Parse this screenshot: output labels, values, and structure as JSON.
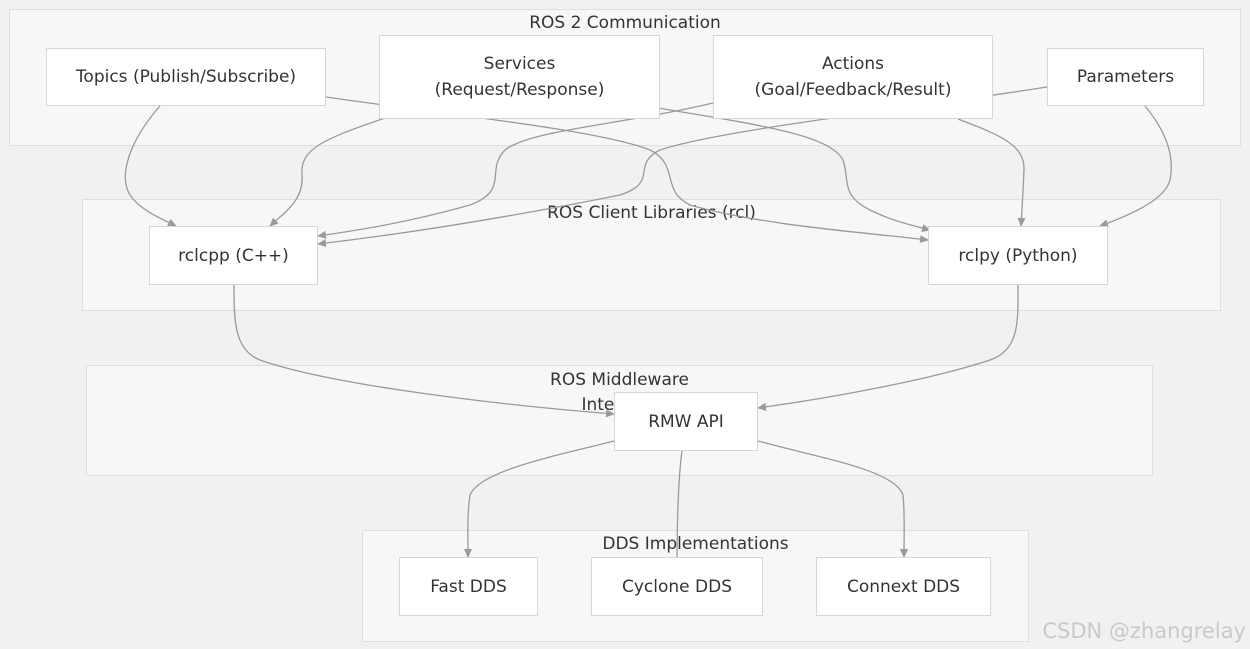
{
  "clusters": {
    "communication": "ROS 2 Communication",
    "client_libraries": "ROS Client Libraries (rcl)",
    "middleware_line1": "ROS Middleware",
    "middleware_line2": "Interface",
    "dds": "DDS Implementations"
  },
  "nodes": {
    "topics": "Topics (Publish/Subscribe)",
    "services_line1": "Services",
    "services_line2": "(Request/Response)",
    "actions_line1": "Actions",
    "actions_line2": "(Goal/Feedback/Result)",
    "parameters": "Parameters",
    "rclcpp": "rclcpp (C++)",
    "rclpy": "rclpy (Python)",
    "rmw": "RMW API",
    "fastdds": "Fast DDS",
    "cyclonedds": "Cyclone DDS",
    "connextdds": "Connext DDS"
  },
  "watermark": "CSDN @zhangrelay"
}
